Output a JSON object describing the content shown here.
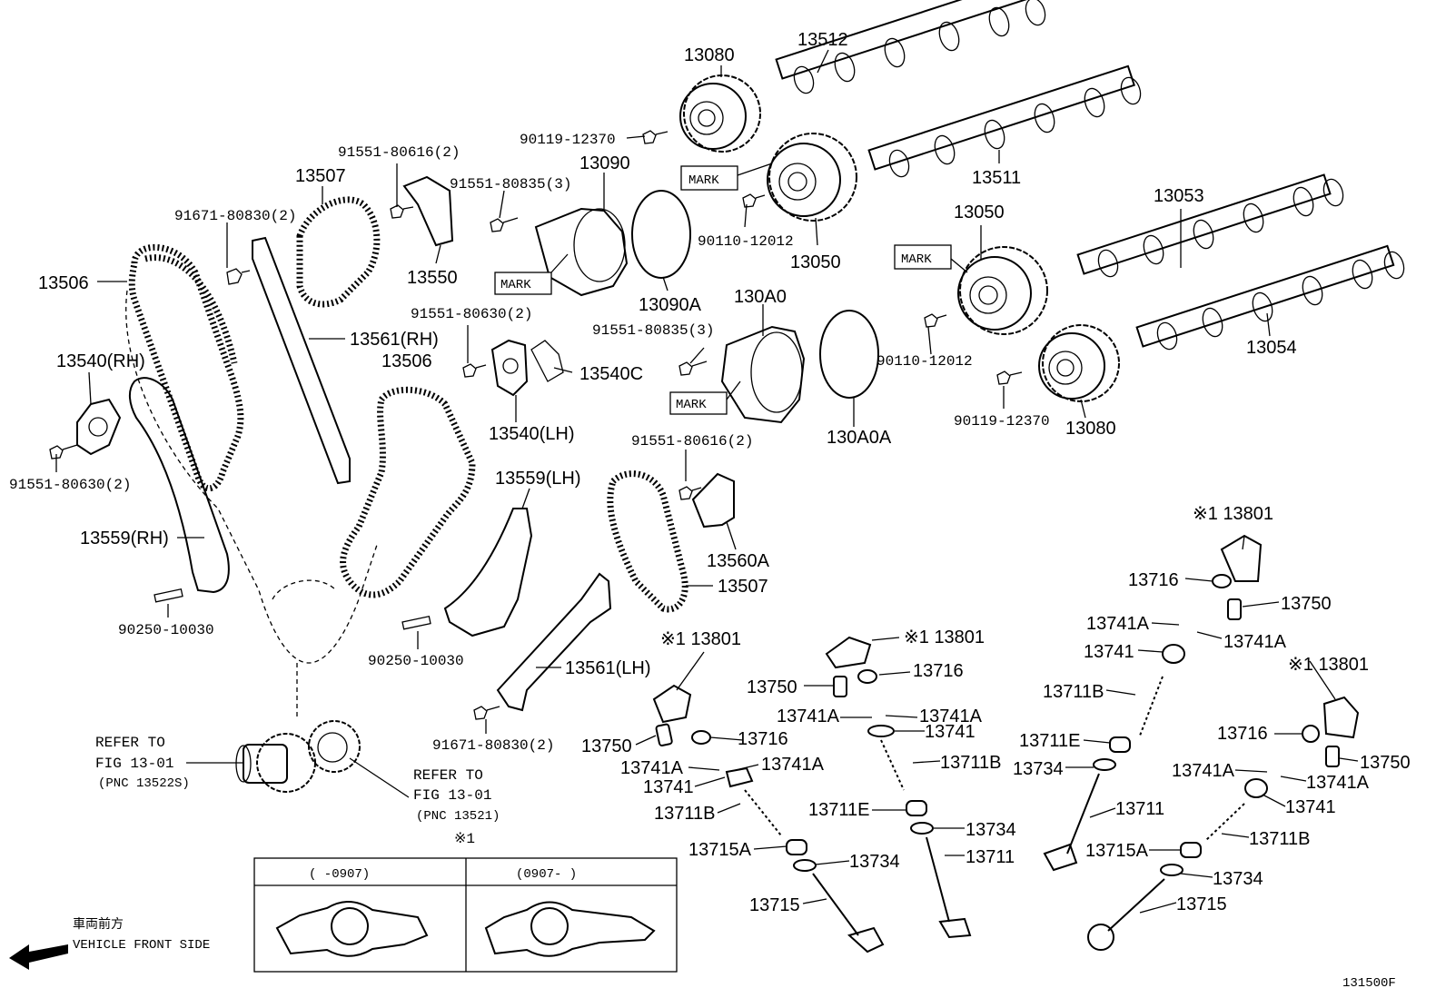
{
  "diagram_code": "131500F",
  "front_side": {
    "jp": "車両前方",
    "en": "VEHICLE FRONT SIDE"
  },
  "legend_mark": "※1",
  "inset": {
    "col1": "(     -0907)",
    "col2": "(0907-      )"
  },
  "labels": {
    "p13080a": "13080",
    "p13512": "13512",
    "p90119a": "90119-12370",
    "mark1": "MARK",
    "p13511": "13511",
    "p13090": "13090",
    "p91551_80835a": "91551-80835(3)",
    "p91551_80616a": "91551-80616(2)",
    "p13507a": "13507",
    "p91671a": "91671-80830(2)",
    "p13506a": "13506",
    "p13550": "13550",
    "mark2": "MARK",
    "p13090A": "13090A",
    "p90110a": "90110-12012",
    "p13050a": "13050",
    "p13053": "13053",
    "p13050b": "13050",
    "mark3": "MARK",
    "p13561rh": "13561(RH)",
    "p13506b": "13506",
    "p91551_80630a": "91551-80630(2)",
    "p13540lh": "13540(LH)",
    "p13540c": "13540C",
    "p130A0": "130A0",
    "p91551_80835b": "91551-80835(3)",
    "mark4": "MARK",
    "p130A0A": "130A0A",
    "p90110b": "90110-12012",
    "p90119b": "90119-12370",
    "p13080b": "13080",
    "p13054": "13054",
    "p13540rh": "13540(RH)",
    "p91551_80630b": "91551-80630(2)",
    "p13559rh": "13559(RH)",
    "p90250a": "90250-10030",
    "p13559lh": "13559(LH)",
    "p90250b": "90250-10030",
    "p91551_80616b": "91551-80616(2)",
    "p13560A": "13560A",
    "p13507b": "13507",
    "p13561lh": "13561(LH)",
    "p91671b": "91671-80830(2)",
    "refer1": "REFER TO",
    "fig1": "FIG 13-01",
    "pnc1": "(PNC 13522S)",
    "refer2": "REFER TO",
    "fig2": "FIG 13-01",
    "pnc2": "(PNC 13521)",
    "r13801a": "※1 13801",
    "r13750a": "13750",
    "r13716a": "13716",
    "r13741Aa": "13741A",
    "r13741Ab": "13741A",
    "r13741a": "13741",
    "r13711Ba": "13711B",
    "r13715Aa": "13715A",
    "r13734a": "13734",
    "r13715a": "13715",
    "s13801": "※1 13801",
    "s13716": "13716",
    "s13750": "13750",
    "s13741Aa": "13741A",
    "s13741Ab": "13741A",
    "s13741": "13741",
    "s13711B": "13711B",
    "s13711E": "13711E",
    "s13734": "13734",
    "s13711": "13711",
    "t13801a": "※1 13801",
    "t13716a": "13716",
    "t13750a": "13750",
    "t13741Aa": "13741A",
    "t13741Ab": "13741A",
    "t13741": "13741",
    "t13711B": "13711B",
    "t13711E": "13711E",
    "t13734": "13734",
    "t13711": "13711",
    "u13801": "※1 13801",
    "u13716": "13716",
    "u13750": "13750",
    "u13741Aa": "13741A",
    "u13741Ab": "13741A",
    "u13741": "13741",
    "u13711B": "13711B",
    "u13715A": "13715A",
    "u13734": "13734",
    "u13715": "13715"
  }
}
